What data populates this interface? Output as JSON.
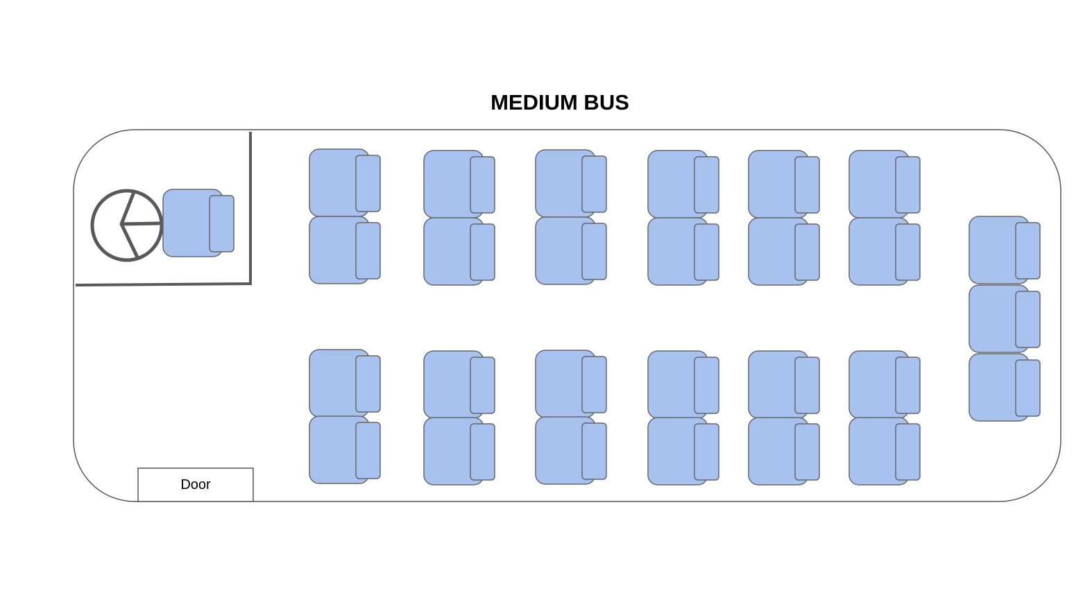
{
  "title": "MEDIUM BUS",
  "door_label": "Door",
  "colors": {
    "seat_fill": "#a8c2ef",
    "seat_stroke": "#666666",
    "wall": "#595959",
    "outline": "#555555"
  },
  "seating": {
    "driver_seats": 1,
    "side_columns": 6,
    "seats_per_column_per_side": 2,
    "rear_bench_seats": 3,
    "total_passenger_seats": 27
  }
}
